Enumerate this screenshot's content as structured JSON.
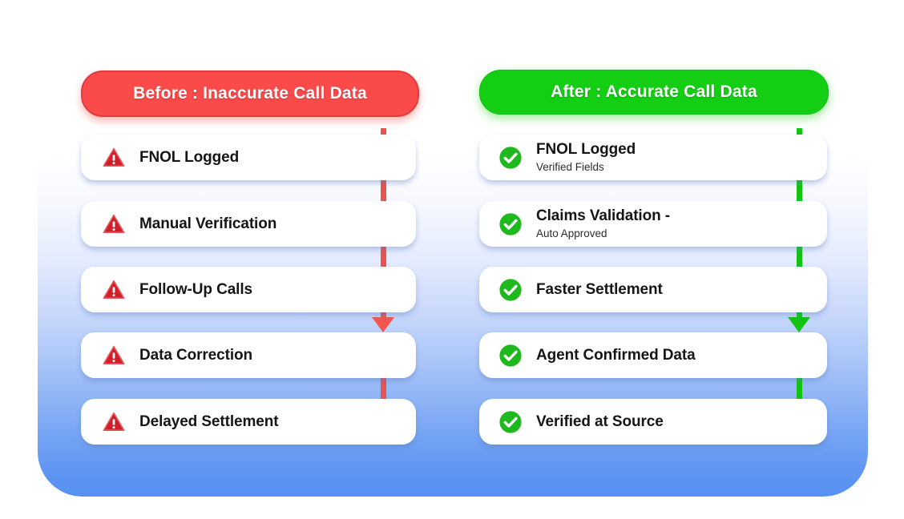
{
  "panel": {
    "background_top_color": "#ffffff",
    "background_bottom_color": "#5590f2"
  },
  "before_column": {
    "header_label": "Before : Inaccurate Call Data",
    "header_color": "#fa4a4a",
    "icon": "warning-triangle-icon",
    "arrow_color": "#f2564f",
    "steps": [
      {
        "title": "FNOL Logged",
        "subtitle": ""
      },
      {
        "title": "Manual Verification",
        "subtitle": ""
      },
      {
        "title": "Follow-Up Calls",
        "subtitle": ""
      },
      {
        "title": "Data Correction",
        "subtitle": ""
      },
      {
        "title": "Delayed Settlement",
        "subtitle": ""
      }
    ]
  },
  "after_column": {
    "header_label": "After : Accurate Call Data",
    "header_color": "#14ce14",
    "icon": "check-circle-icon",
    "arrow_color": "#13c413",
    "steps": [
      {
        "title": "FNOL Logged",
        "subtitle": "Verified Fields"
      },
      {
        "title": "Claims Validation -",
        "subtitle": "Auto Approved"
      },
      {
        "title": "Faster Settlement",
        "subtitle": ""
      },
      {
        "title": "Agent Confirmed Data",
        "subtitle": ""
      },
      {
        "title": "Verified at Source",
        "subtitle": ""
      }
    ]
  }
}
